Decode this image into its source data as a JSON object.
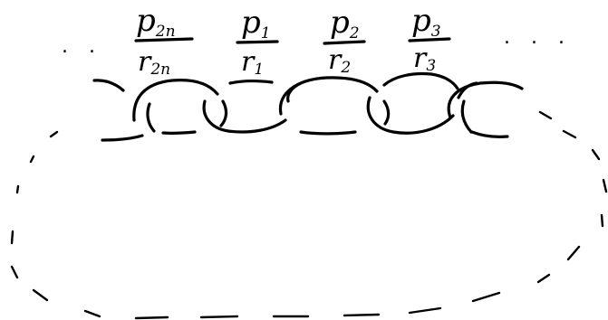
{
  "labels": [
    {
      "num_base": "p",
      "num_sub": "2n",
      "den_base": "r",
      "den_sub": "2n"
    },
    {
      "num_base": "p",
      "num_sub": "1",
      "den_base": "r",
      "den_sub": "1"
    },
    {
      "num_base": "p",
      "num_sub": "2",
      "den_base": "r",
      "den_sub": "2"
    },
    {
      "num_base": "p",
      "num_sub": "3",
      "den_base": "r",
      "den_sub": "3"
    }
  ],
  "ellipsis_left": ". .",
  "ellipsis_right": ". . ."
}
